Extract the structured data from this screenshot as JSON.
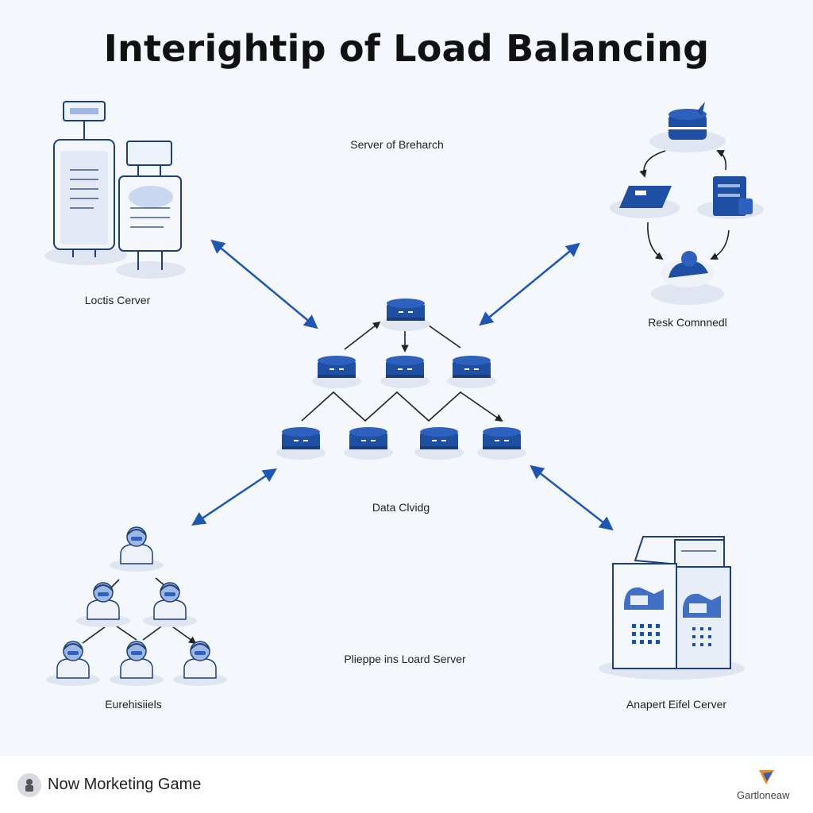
{
  "title": "Interightip of Load Balancing",
  "labels": {
    "top_center": "Server of Breharch",
    "top_left": "Loctis Cerver",
    "top_right": "Resk Comnnedl",
    "center": "Data Clvidg",
    "bottom_left": "Eurehisiiels",
    "bottom_center": "Plieppe ins Loard Server",
    "bottom_right": "Anapert Eifel Cerver"
  },
  "footer": {
    "text": "Now Morketing Game",
    "brand": "Gartloneaw"
  },
  "colors": {
    "accent": "#1f4fa3",
    "arrow": "#1d56b5",
    "background": "#f4f7fb",
    "shadow": "#dfe6f1"
  }
}
